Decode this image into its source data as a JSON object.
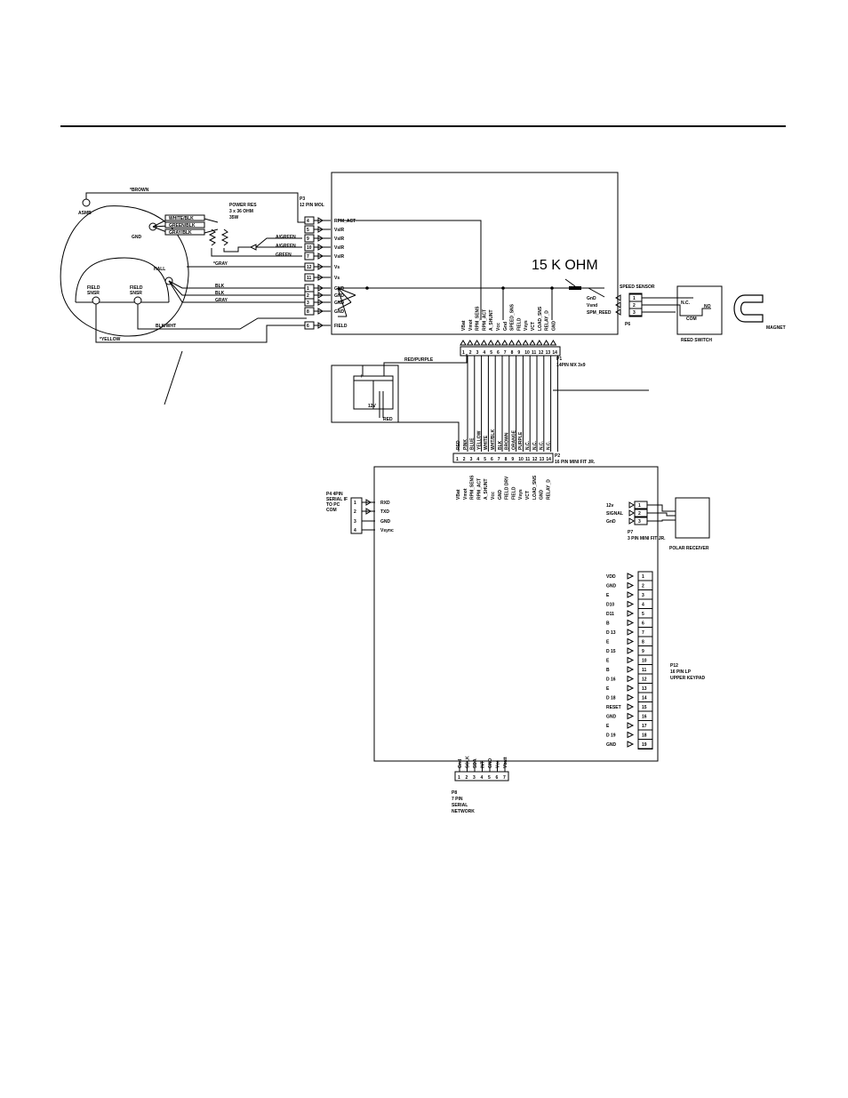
{
  "motor": {
    "brown_note": "*BROWN",
    "gray_note": "*GRAY",
    "yellow_note": "*YELLOW",
    "asmb_label": "ASMB",
    "hall_label": "HALL",
    "ground_label": "GND",
    "field_1": [
      "FIELD",
      "SNSR"
    ],
    "field_2": [
      "FIELD",
      "SNSR"
    ],
    "wire_white_blue": "WHITE/BLK",
    "wire_green_blue": "GREEN/BLK",
    "wire_gray_blk": "GRAY/BLK",
    "wire_blk_1": "BLK",
    "wire_blk_2": "BLK",
    "wire_gray": "GRAY",
    "wire_blk_wht": "BLK/WHT",
    "lead_a": "A/GREEN",
    "lead_b": "A/GREEN",
    "lead_c": "GREEN",
    "power_res": [
      "POWER RES",
      "3 x 36 OHM",
      "35W"
    ]
  },
  "p3": {
    "title": [
      "P3",
      "12 PIN MOL"
    ],
    "pins": [
      {
        "num": "4",
        "sig": "RPM_ACT"
      },
      {
        "num": "5",
        "sig": "VsIR"
      },
      {
        "num": "9",
        "sig": "VsIR"
      },
      {
        "num": "10",
        "sig": "VsIR"
      },
      {
        "num": "7",
        "sig": "VsIR"
      },
      {
        "num": "12",
        "sig": "Vs"
      },
      {
        "num": "11",
        "sig": "Vs"
      },
      {
        "num": "1",
        "sig": "GND"
      },
      {
        "num": "2",
        "sig": "GND"
      },
      {
        "num": "3",
        "sig": "GND"
      },
      {
        "num": "8",
        "sig": "GND"
      },
      {
        "num": "6",
        "sig": "FIELD"
      }
    ]
  },
  "resistor_label": "15 K OHM",
  "speed_sensor": {
    "title": "SPEED SENSOR",
    "pins": [
      {
        "num": "1",
        "sig": "GnD"
      },
      {
        "num": "2",
        "sig": "Vsnd"
      },
      {
        "num": "3",
        "sig": "SPM_REED"
      }
    ],
    "connector": "P6"
  },
  "reed_switch": {
    "label": "REED SWITCH",
    "no": "NO",
    "nc": "N.C.",
    "com": "COM"
  },
  "magnet_label": "MAGNET",
  "top_connector": {
    "pins": [
      "1",
      "2",
      "3",
      "4",
      "5",
      "6",
      "7",
      "8",
      "9",
      "10",
      "11",
      "12",
      "13",
      "14"
    ],
    "sigs": [
      "VBat",
      "Vmot",
      "RPM_SENS",
      "RPM_ACT",
      "A_SHUNT",
      "Vcc",
      "Gnd",
      "SPEED_SNS",
      "FIELD",
      "Vsys",
      "VCT",
      "LOAD_SNS",
      "RELAY_D",
      "GND"
    ],
    "label": [
      "P1",
      "14PIN MX 3x9"
    ]
  },
  "battery": {
    "label": "RED/PURPLE",
    "plus": "+",
    "minus": "-",
    "cap": "12V",
    "red_wire": "RED"
  },
  "lower_connector": {
    "pins": [
      "1",
      "2",
      "3",
      "4",
      "5",
      "6",
      "7",
      "8",
      "9",
      "10",
      "11",
      "12",
      "13",
      "14"
    ],
    "wires": [
      "RED",
      "PINK",
      "BLUE",
      "YELLOW",
      "WHITE",
      "WHT/BLK",
      "BLK",
      "BROWN",
      "ORANGE",
      "PURPLE",
      "N.C.",
      "N.C.",
      "N.C.",
      "N.C."
    ],
    "label": [
      "P2",
      "16 PIN MINI FIT JR."
    ]
  },
  "main_board_top_sigs": [
    "VBat",
    "Vmot",
    "RPM_SENS",
    "RPM_ACT",
    "A_SHUNT",
    "Vcc",
    "GND",
    "FIELD DRV",
    "FIELD",
    "Vsys",
    "VCT",
    "LOAD_SNS",
    "GND",
    "RELAY_D"
  ],
  "p4": {
    "title": [
      "P4 4PIN",
      "SERIAL IF",
      "TO PC",
      "COM"
    ],
    "pins": [
      {
        "num": "1",
        "sig": "RXD"
      },
      {
        "num": "2",
        "sig": "TXD"
      },
      {
        "num": "3",
        "sig": "GND"
      },
      {
        "num": "4",
        "sig": "Vsync"
      }
    ]
  },
  "p7": {
    "title": [
      "P7",
      "3 PIN MINI FIT JR."
    ],
    "pins": [
      {
        "num": "1",
        "sig": "12v"
      },
      {
        "num": "2",
        "sig": "SIGNAL"
      },
      {
        "num": "3",
        "sig": "GnD"
      }
    ],
    "receiver": "POLAR RECEIVER"
  },
  "p12": {
    "title": [
      "P12",
      "16 PIN LP",
      "UPPER KEYPAD"
    ],
    "pins": [
      {
        "num": "1",
        "sig": "VDD"
      },
      {
        "num": "2",
        "sig": "GND"
      },
      {
        "num": "3",
        "sig": "E"
      },
      {
        "num": "4",
        "sig": "D10"
      },
      {
        "num": "5",
        "sig": "D11"
      },
      {
        "num": "6",
        "sig": "B"
      },
      {
        "num": "7",
        "sig": "D 13"
      },
      {
        "num": "8",
        "sig": "E"
      },
      {
        "num": "9",
        "sig": "D 15"
      },
      {
        "num": "10",
        "sig": "E"
      },
      {
        "num": "11",
        "sig": "B"
      },
      {
        "num": "12",
        "sig": "D 16"
      },
      {
        "num": "13",
        "sig": "E"
      },
      {
        "num": "14",
        "sig": "D 18"
      },
      {
        "num": "15",
        "sig": "RESET"
      },
      {
        "num": "16",
        "sig": "GND"
      },
      {
        "num": "17",
        "sig": "E"
      },
      {
        "num": "18",
        "sig": "D 19"
      },
      {
        "num": "19",
        "sig": "GND"
      }
    ]
  },
  "p8": {
    "title": [
      "P8",
      "7 PIN",
      "SERIAL",
      "NETWORK"
    ],
    "pins": [
      "1",
      "2",
      "3",
      "4",
      "5",
      "6",
      "7"
    ],
    "sigs": [
      "Gnd",
      "SCLK",
      "SDA",
      "INT",
      "GND",
      "Vcc",
      "Vbatt"
    ]
  }
}
